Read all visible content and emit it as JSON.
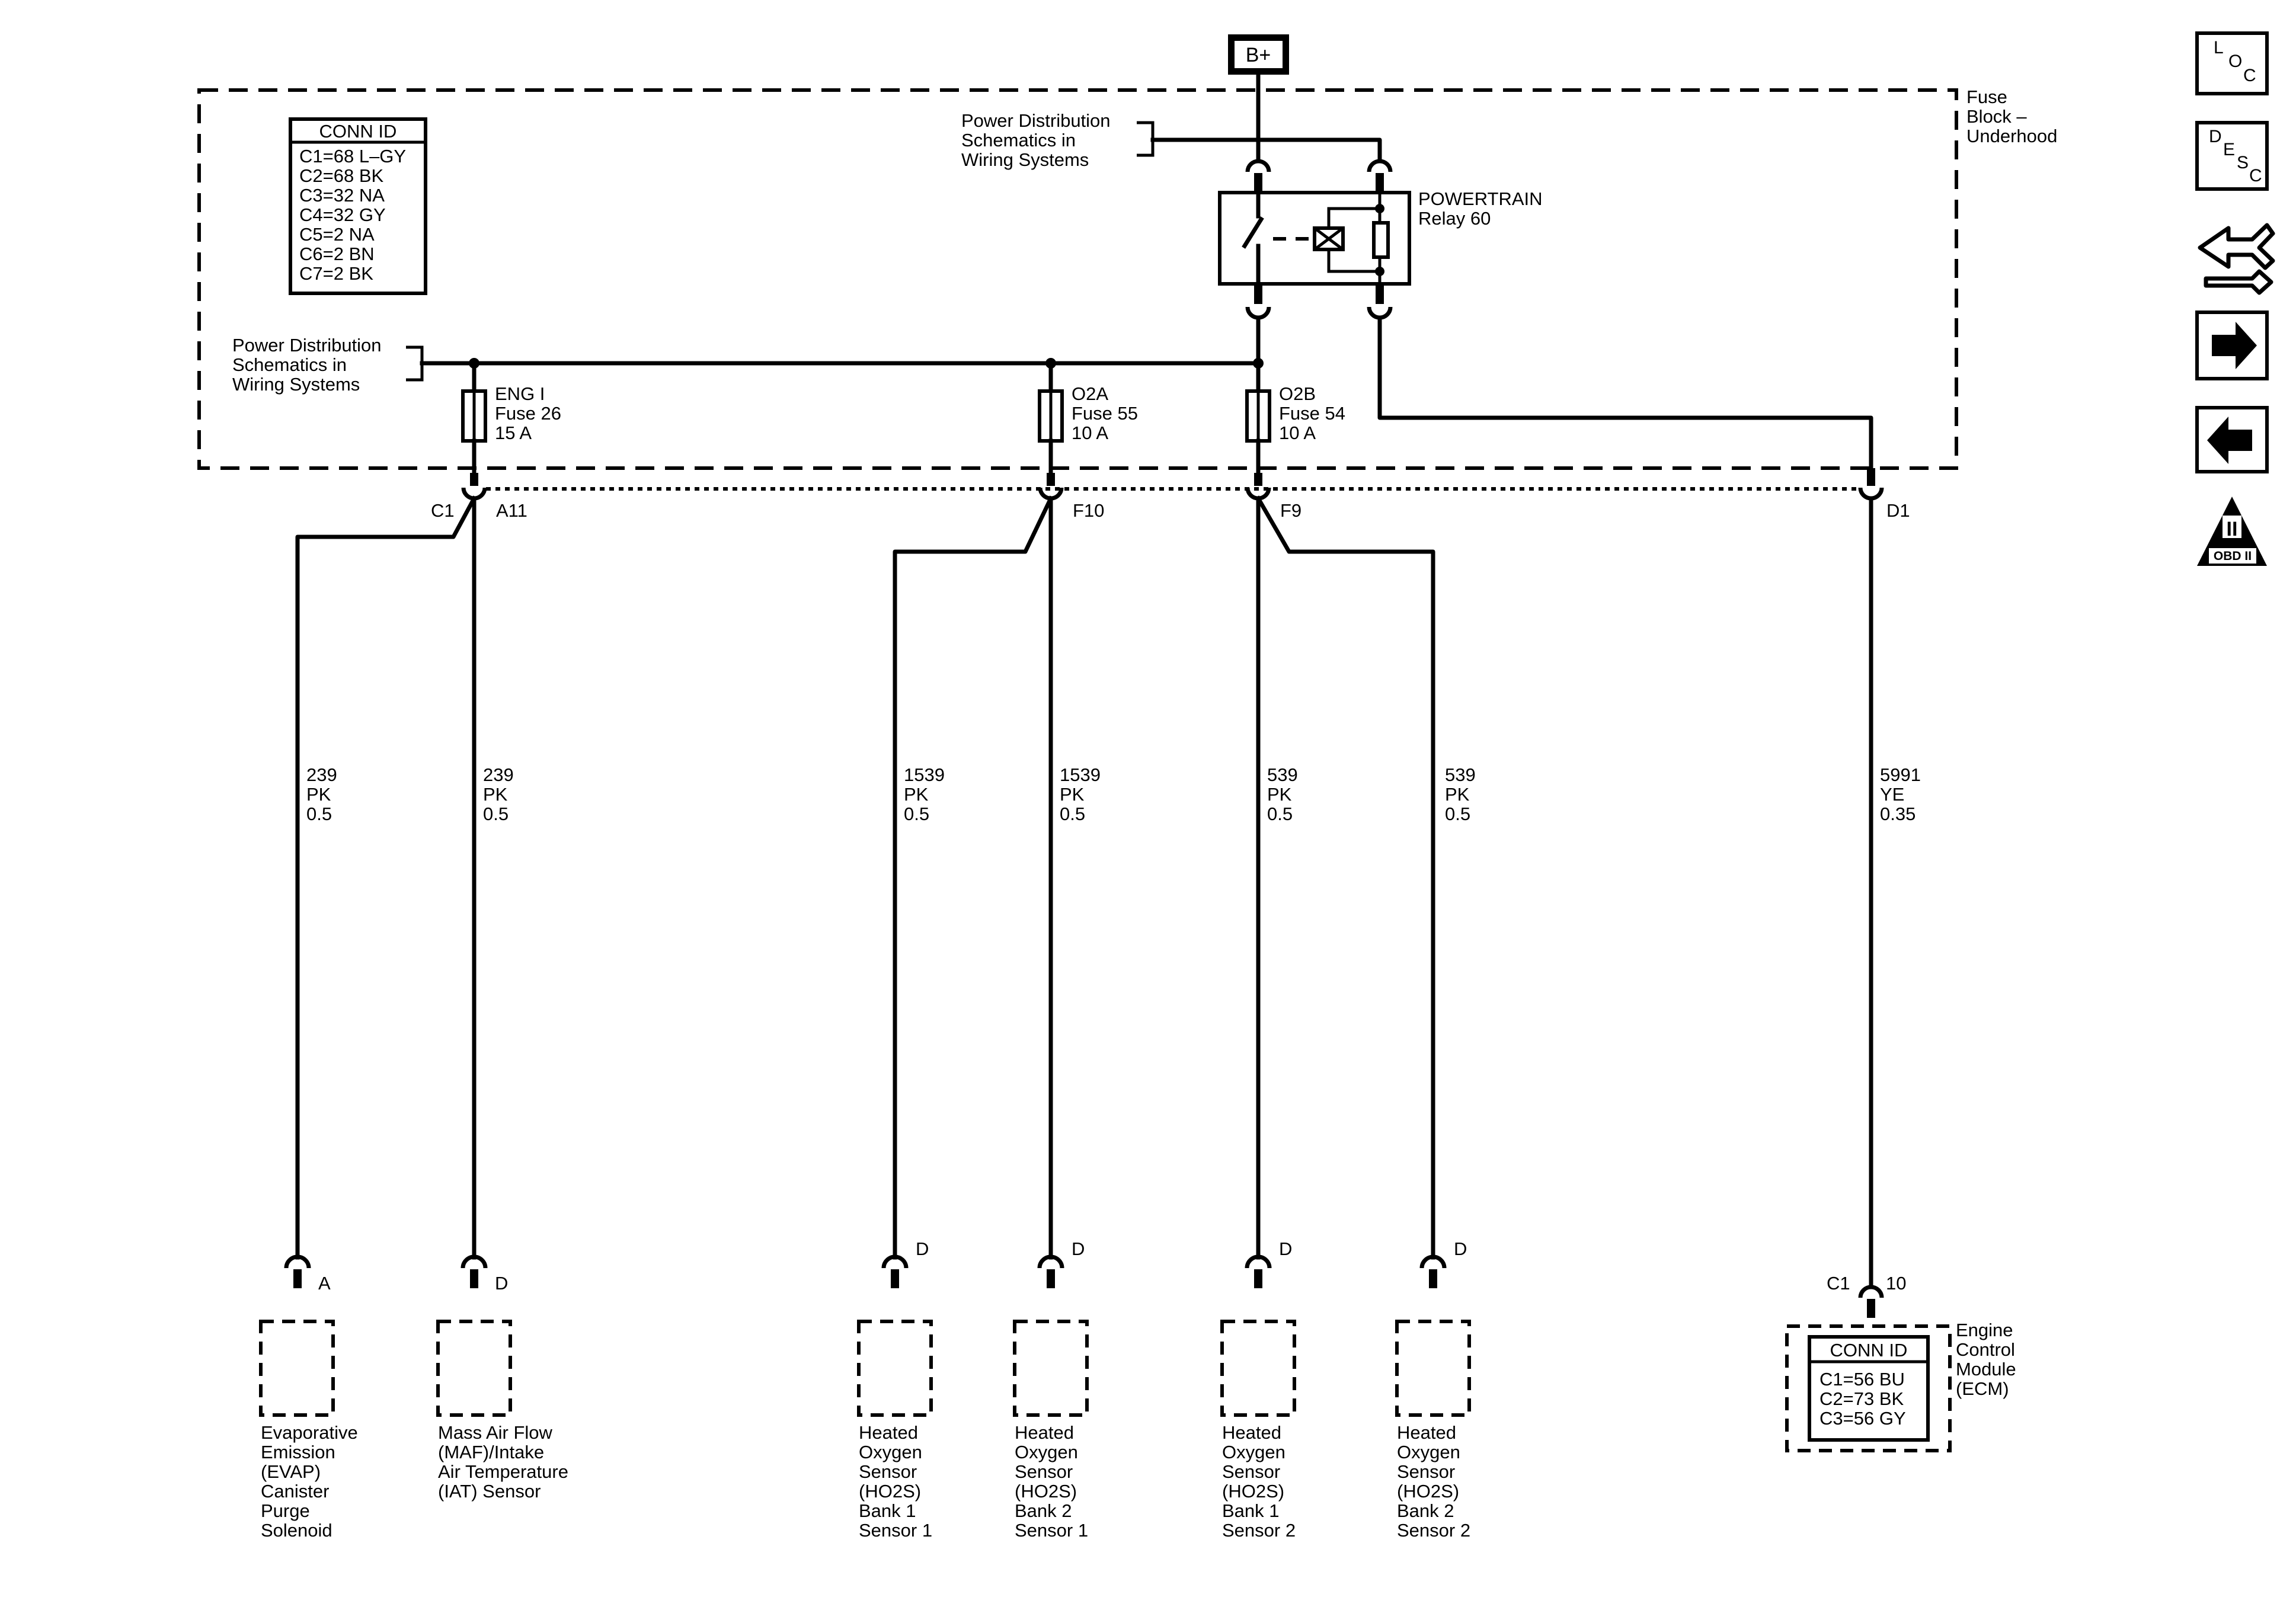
{
  "battery": {
    "label": "B+"
  },
  "fuse_block": {
    "label": [
      "Fuse",
      "Block –",
      "Underhood"
    ]
  },
  "conn_id_block": {
    "title": "CONN ID",
    "rows": [
      "C1=68 L–GY",
      "C2=68 BK",
      "C3=32 NA",
      "C4=32 GY",
      "C5=2 NA",
      "C6=2 BN",
      "C7=2 BK"
    ]
  },
  "power_ref_top": [
    "Power Distribution",
    "Schematics in",
    "Wiring Systems"
  ],
  "power_ref_left": [
    "Power Distribution",
    "Schematics in",
    "Wiring Systems"
  ],
  "relay": {
    "label": [
      "POWERTRAIN",
      "Relay 60"
    ]
  },
  "fuses": [
    {
      "lines": [
        "ENG I",
        "Fuse 26",
        "15 A"
      ]
    },
    {
      "lines": [
        "O2A",
        "Fuse 55",
        "10 A"
      ]
    },
    {
      "lines": [
        "O2B",
        "Fuse 54",
        "10 A"
      ]
    }
  ],
  "connector_pins": {
    "c1": "C1",
    "a11": "A11",
    "f10": "F10",
    "f9": "F9",
    "d1": "D1"
  },
  "wires": [
    {
      "lines": [
        "239",
        "PK",
        "0.5"
      ]
    },
    {
      "lines": [
        "239",
        "PK",
        "0.5"
      ]
    },
    {
      "lines": [
        "1539",
        "PK",
        "0.5"
      ]
    },
    {
      "lines": [
        "1539",
        "PK",
        "0.5"
      ]
    },
    {
      "lines": [
        "539",
        "PK",
        "0.5"
      ]
    },
    {
      "lines": [
        "539",
        "PK",
        "0.5"
      ]
    },
    {
      "lines": [
        "5991",
        "YE",
        "0.35"
      ]
    }
  ],
  "components": [
    {
      "pin": "A",
      "lines": [
        "Evaporative",
        "Emission",
        "(EVAP)",
        "Canister",
        "Purge",
        "Solenoid"
      ]
    },
    {
      "pin": "D",
      "lines": [
        "Mass Air Flow",
        "(MAF)/Intake",
        "Air Temperature",
        "(IAT) Sensor"
      ]
    },
    {
      "pin": "D",
      "lines": [
        "Heated",
        "Oxygen",
        "Sensor",
        "(HO2S)",
        "Bank 1",
        "Sensor 1"
      ]
    },
    {
      "pin": "D",
      "lines": [
        "Heated",
        "Oxygen",
        "Sensor",
        "(HO2S)",
        "Bank 2",
        "Sensor 1"
      ]
    },
    {
      "pin": "D",
      "lines": [
        "Heated",
        "Oxygen",
        "Sensor",
        "(HO2S)",
        "Bank 1",
        "Sensor 2"
      ]
    },
    {
      "pin": "D",
      "lines": [
        "Heated",
        "Oxygen",
        "Sensor",
        "(HO2S)",
        "Bank 2",
        "Sensor 2"
      ]
    }
  ],
  "ecm": {
    "connector": "C1",
    "pin": "10",
    "label": [
      "Engine",
      "Control",
      "Module",
      "(ECM)"
    ],
    "conn_title": "CONN ID",
    "conn_rows": [
      "C1=56 BU",
      "C2=73 BK",
      "C3=56 GY"
    ]
  },
  "nav_icons": {
    "loc": [
      "L",
      "O",
      "C"
    ],
    "desc": [
      "D",
      "E",
      "S",
      "C"
    ],
    "obd": {
      "numeral": "II",
      "text": "OBD II"
    }
  }
}
